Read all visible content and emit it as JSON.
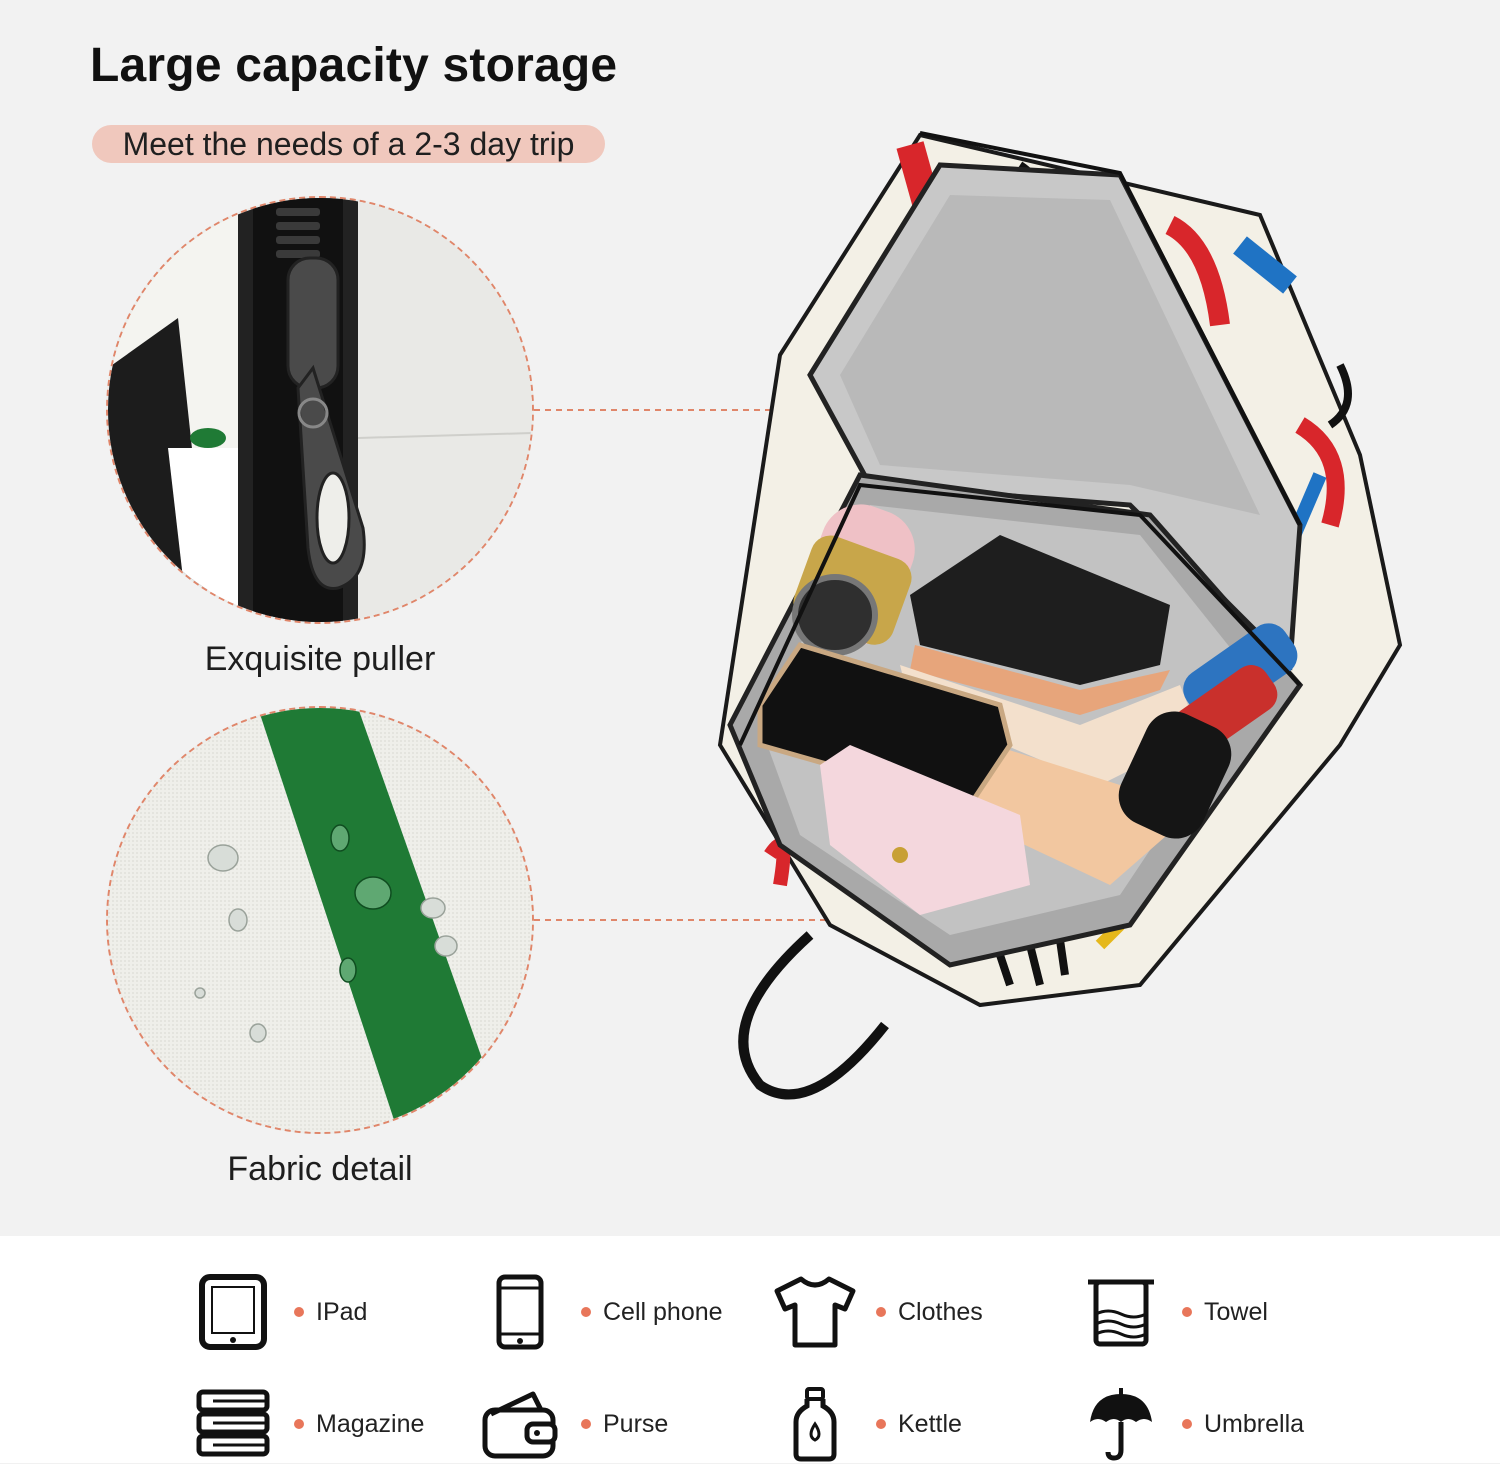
{
  "header": {
    "title": "Large capacity storage",
    "subtitle": "Meet the needs of a 2-3 day trip"
  },
  "details": [
    {
      "caption": "Exquisite puller"
    },
    {
      "caption": "Fabric detail"
    }
  ],
  "colors": {
    "accent": "#e8765a",
    "pill": "#f0c8bd",
    "fabric_green": "#1f7a35"
  },
  "items": [
    {
      "label": "IPad",
      "icon": "tablet-icon"
    },
    {
      "label": "Cell phone",
      "icon": "phone-icon"
    },
    {
      "label": "Clothes",
      "icon": "tshirt-icon"
    },
    {
      "label": "Towel",
      "icon": "towel-icon"
    },
    {
      "label": "Magazine",
      "icon": "magazine-stack-icon"
    },
    {
      "label": "Purse",
      "icon": "wallet-icon"
    },
    {
      "label": "Kettle",
      "icon": "bottle-icon"
    },
    {
      "label": "Umbrella",
      "icon": "umbrella-icon"
    }
  ]
}
